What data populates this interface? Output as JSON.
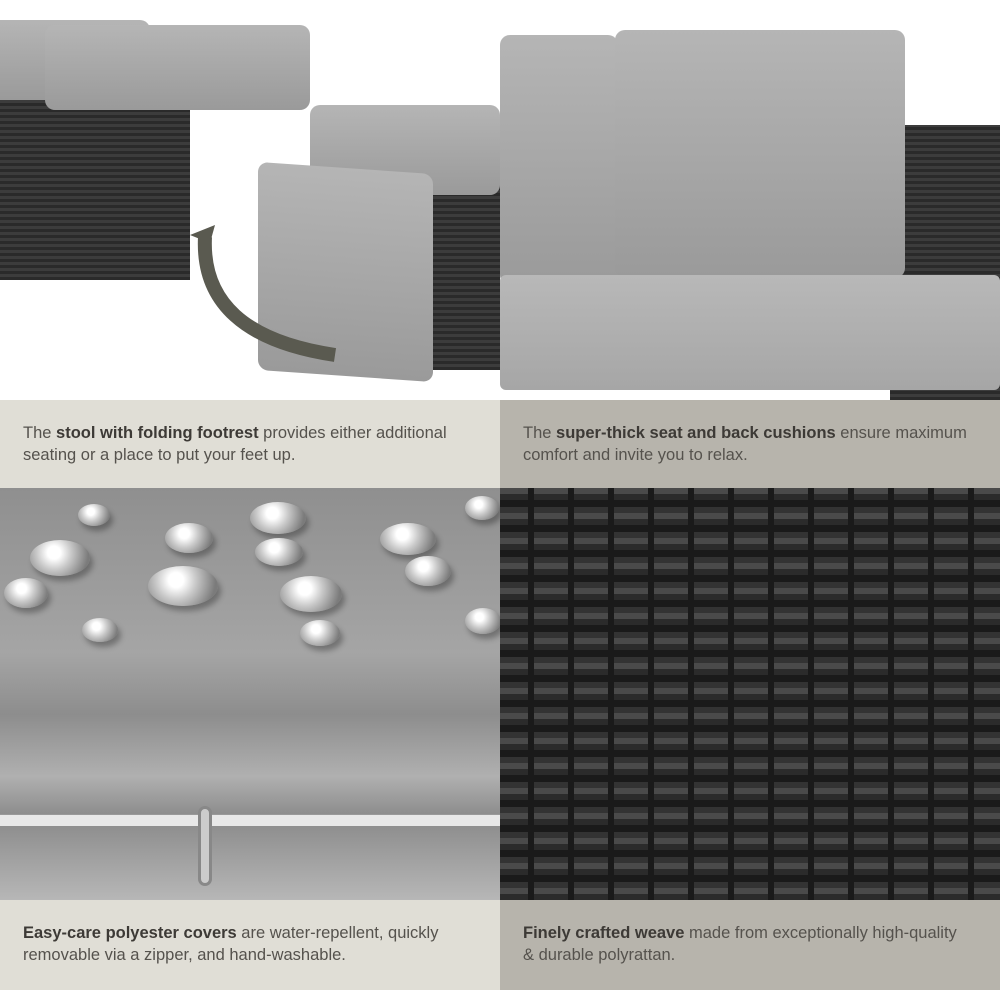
{
  "panels": [
    {
      "photo": "stool-with-folding-footrest-photo",
      "caption_bold": "stool with folding footrest",
      "caption_pre": "The ",
      "caption_post": " provides either additional seating or a place to put your feet up."
    },
    {
      "photo": "seat-and-back-cushions-photo",
      "caption_bold": "super-thick seat and back cushions",
      "caption_pre": "The ",
      "caption_post": " ensure maximum comfort and invite you to relax."
    },
    {
      "photo": "water-repellent-cover-zipper-photo",
      "caption_bold": "Easy-care polyester covers",
      "caption_pre": "",
      "caption_post": " are water-repellent, quickly removable via a zipper, and hand-washable."
    },
    {
      "photo": "polyrattan-weave-closeup-photo",
      "caption_bold": "Finely crafted weave",
      "caption_pre": "",
      "caption_post": " made from exceptionally high-quality & durable polyrattan."
    }
  ],
  "colors": {
    "caption_light": "#e0ded6",
    "caption_dark": "#b7b4ac",
    "cushion": "#a3a3a3",
    "arrow": "#5a5a50"
  }
}
